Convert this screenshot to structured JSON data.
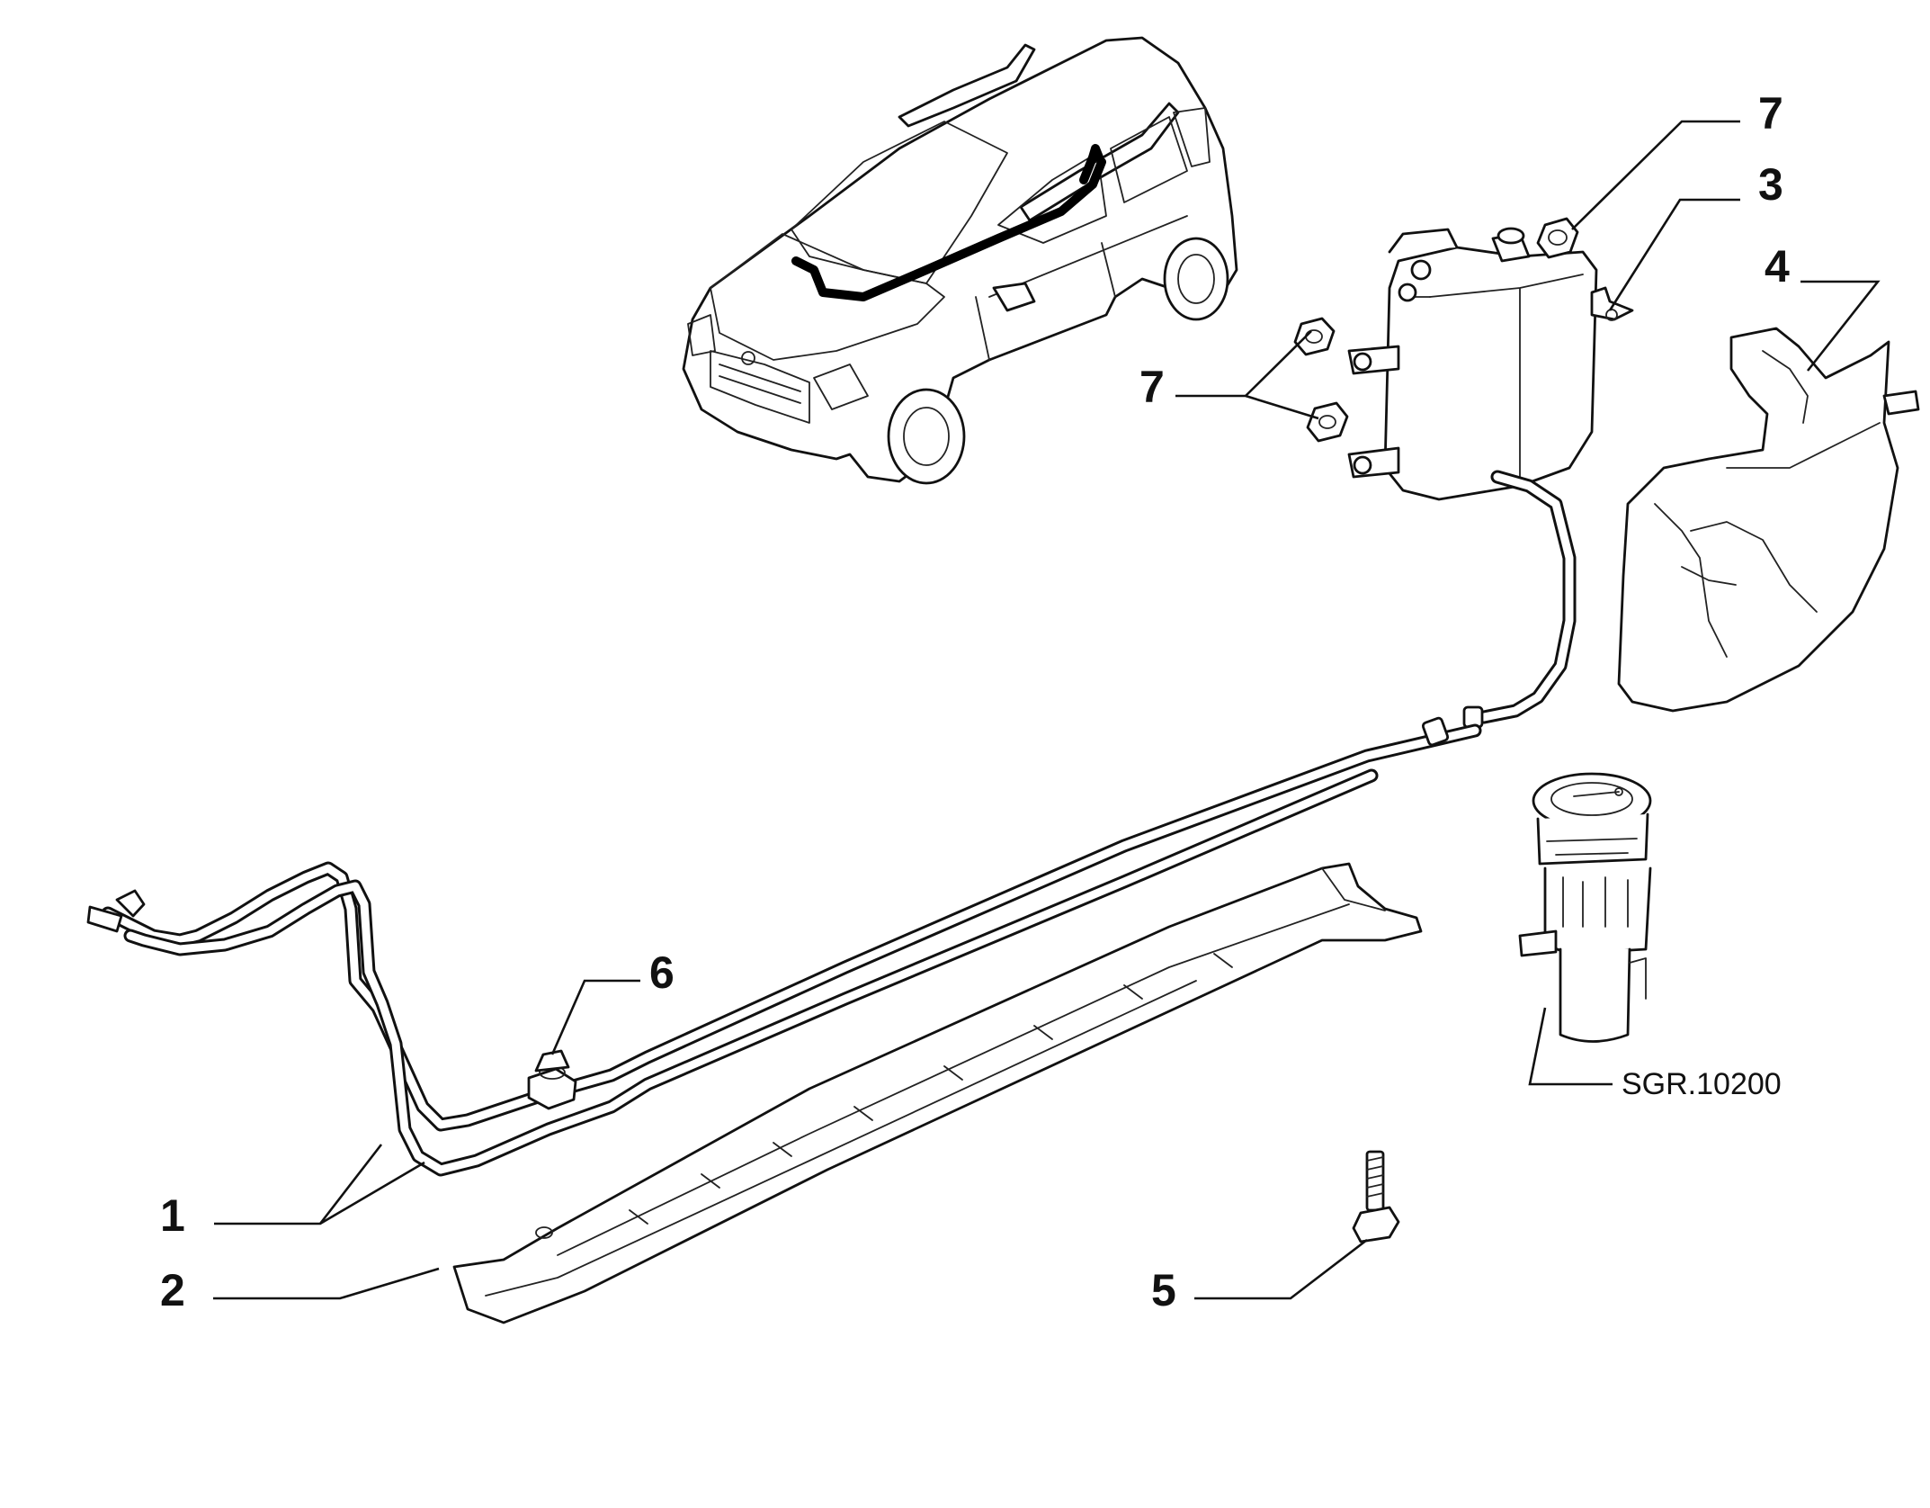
{
  "callouts": {
    "c1": "1",
    "c2": "2",
    "c3": "3",
    "c4": "4",
    "c5": "5",
    "c6": "6",
    "c7_top": "7",
    "c7_left": "7"
  },
  "reference": {
    "sgr": "SGR.10200"
  }
}
